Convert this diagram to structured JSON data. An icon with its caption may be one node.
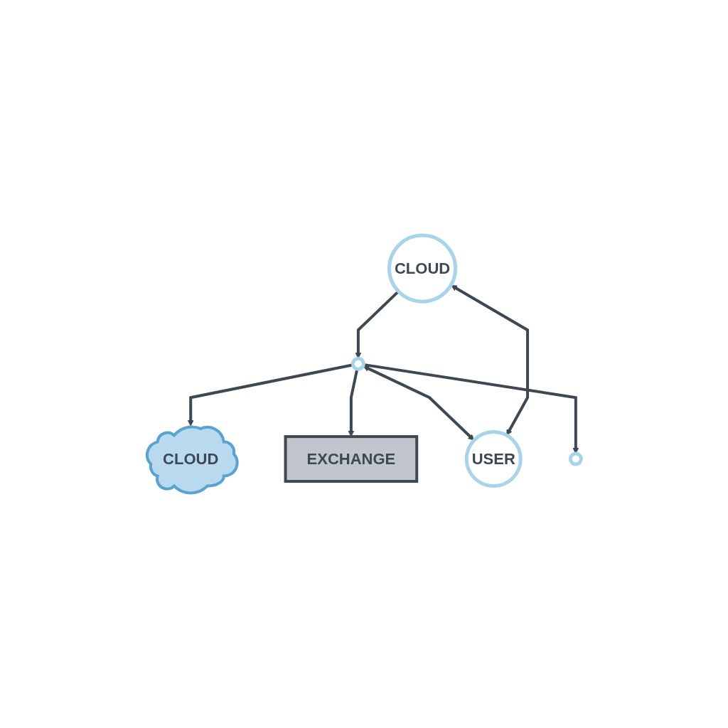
{
  "diagram": {
    "nodes": [
      {
        "text": [],
        "shape": "circle"
      },
      {
        "text": [
          "CLOUD"
        ]
      },
      {
        "text": [
          "EXCHANGE"
        ]
      },
      {
        "text": [
          "CLOUD"
        ]
      },
      {
        "text": [
          "USER"
        ]
      },
      {
        "text": [],
        "shape": "circle"
      }
    ],
    "edges": [
      {
        "from": 0,
        "to": 1,
        "arrow": "to"
      },
      {
        "from": 0,
        "to": 2,
        "arrow": "to"
      },
      {
        "from": 3,
        "to": 0,
        "arrow": "to"
      },
      {
        "from": 0,
        "to": 4,
        "arrow": "both"
      },
      {
        "from": 0,
        "to": 5,
        "arrow": "to"
      },
      {
        "from": 3,
        "to": 4,
        "arrow": "both"
      }
    ]
  }
}
